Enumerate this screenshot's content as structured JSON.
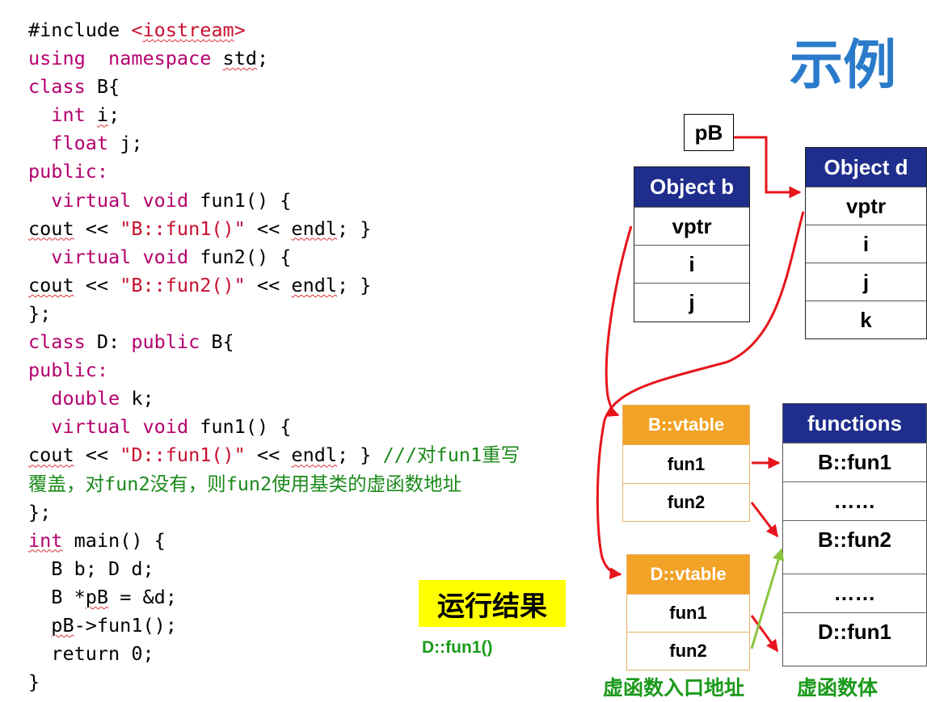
{
  "code_lines": [
    [
      [
        "pp",
        "#include "
      ],
      [
        "str",
        "<"
      ],
      [
        "str sq",
        "iostream"
      ],
      [
        "str",
        ">"
      ]
    ],
    [
      [
        "kw",
        "using"
      ],
      [
        "",
        "  "
      ],
      [
        "kw",
        "namespace"
      ],
      [
        "",
        " "
      ],
      [
        "sq",
        "std"
      ],
      [
        "",
        ";"
      ]
    ],
    [
      [
        "kw",
        "class"
      ],
      [
        "",
        " B{"
      ]
    ],
    [
      [
        "",
        "  "
      ],
      [
        "kw",
        "int"
      ],
      [
        "",
        " "
      ],
      [
        "sq",
        "i"
      ],
      [
        "",
        ";"
      ]
    ],
    [
      [
        "",
        "  "
      ],
      [
        "kw",
        "float"
      ],
      [
        "",
        " j;"
      ]
    ],
    [
      [
        "kw",
        "public:"
      ]
    ],
    [
      [
        "",
        "  "
      ],
      [
        "kw",
        "virtual"
      ],
      [
        "",
        " "
      ],
      [
        "kw",
        "void"
      ],
      [
        "",
        " fun1() {"
      ]
    ],
    [
      [
        "sq",
        "cout"
      ],
      [
        "",
        " << "
      ],
      [
        "str",
        "\"B::fun1()\""
      ],
      [
        "",
        " << "
      ],
      [
        "sq",
        "endl"
      ],
      [
        "",
        "; }"
      ]
    ],
    [
      [
        "",
        "  "
      ],
      [
        "kw",
        "virtual"
      ],
      [
        "",
        " "
      ],
      [
        "kw",
        "void"
      ],
      [
        "",
        " fun2() {"
      ]
    ],
    [
      [
        "sq",
        "cout"
      ],
      [
        "",
        " << "
      ],
      [
        "str",
        "\"B::fun2()\""
      ],
      [
        "",
        " << "
      ],
      [
        "sq",
        "endl"
      ],
      [
        "",
        "; }"
      ]
    ],
    [
      [
        "",
        "};"
      ]
    ],
    [
      [
        "kw",
        "class"
      ],
      [
        "",
        " D: "
      ],
      [
        "kw",
        "public"
      ],
      [
        "",
        " B{"
      ]
    ],
    [
      [
        "kw",
        "public:"
      ]
    ],
    [
      [
        "",
        "  "
      ],
      [
        "kw",
        "double"
      ],
      [
        "",
        " k;"
      ]
    ],
    [
      [
        "",
        "  "
      ],
      [
        "kw",
        "virtual"
      ],
      [
        "",
        " "
      ],
      [
        "kw",
        "void"
      ],
      [
        "",
        " fun1() {"
      ]
    ],
    [
      [
        "sq",
        "cout"
      ],
      [
        "",
        " << "
      ],
      [
        "str",
        "\"D::fun1()\""
      ],
      [
        "",
        " << "
      ],
      [
        "sq",
        "endl"
      ],
      [
        "",
        "; } "
      ],
      [
        "cmt",
        "///对fun1重写"
      ]
    ],
    [
      [
        "cmt",
        "覆盖，对fun2没有，则fun2使用基类的虚函数地址"
      ]
    ],
    [
      [
        "",
        "};"
      ]
    ],
    [
      [
        "kw sq",
        "int"
      ],
      [
        "",
        " main() {"
      ]
    ],
    [
      [
        "",
        "  B b; D d;"
      ]
    ],
    [
      [
        "",
        "  B *"
      ],
      [
        "sq",
        "pB"
      ],
      [
        "",
        " = &d;"
      ]
    ],
    [
      [
        "",
        "  "
      ],
      [
        "sq",
        "pB"
      ],
      [
        "",
        "->fun1();"
      ]
    ],
    [
      [
        "",
        "  return 0;"
      ]
    ],
    [
      [
        "",
        "}"
      ]
    ]
  ],
  "title": "示例",
  "pointer_label": "pB",
  "object_b": {
    "header": "Object b",
    "cells": [
      "vptr",
      "i",
      "j"
    ]
  },
  "object_d": {
    "header": "Object d",
    "cells": [
      "vptr",
      "i",
      "j",
      "k"
    ]
  },
  "b_vtable": {
    "header": "B::vtable",
    "cells": [
      "fun1",
      "fun2"
    ]
  },
  "d_vtable": {
    "header": "D::vtable",
    "cells": [
      "fun1",
      "fun2"
    ]
  },
  "functions": {
    "header": "functions",
    "cells": [
      "B::fun1",
      "……",
      "B::fun2",
      "……",
      "D::fun1"
    ]
  },
  "run_result": {
    "label": "运行结果",
    "output": "D::fun1()"
  },
  "captions": {
    "vtable_caption": "虚函数入口地址",
    "functions_caption": "虚函数体"
  },
  "colors": {
    "keyword": "#b5006e",
    "string": "#c8102e",
    "comment": "#1a8a1a",
    "header_blue": "#1f2d8c",
    "vtable_orange": "#f2a226",
    "title_blue": "#2a7bc9",
    "arrow_red": "#e8141c",
    "arrow_green": "#8cc63f",
    "caption_green": "#1a9a1a",
    "highlight_yellow": "#ffff00"
  }
}
